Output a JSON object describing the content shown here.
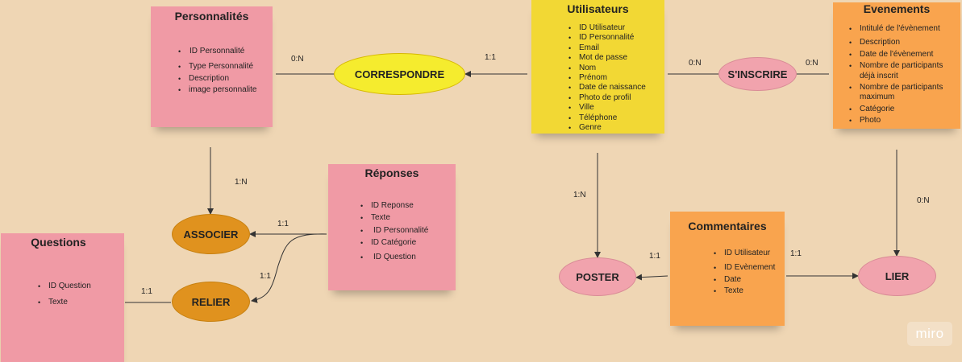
{
  "entities": {
    "personnalites": {
      "title": "Personnalités",
      "fields": [
        "ID Personnalité",
        "Type Personnalité",
        "Description",
        "image personnalite"
      ]
    },
    "utilisateurs": {
      "title": "Utilisateurs",
      "fields": [
        "ID Utilisateur",
        "ID Personnalité",
        "Email",
        "Mot de passe",
        "Nom",
        "Prénom",
        "Date de naissance",
        "Photo de profil",
        "Ville",
        "Téléphone",
        "Genre"
      ]
    },
    "evenements": {
      "title": "Evenements",
      "fields": [
        "Intitulé de l'évènement",
        "Description",
        "Date de l'évènement",
        "Nombre de participants déjà inscrit",
        "Nombre de participants maximum",
        "Catégorie",
        "Photo"
      ]
    },
    "reponses": {
      "title": "Réponses",
      "fields": [
        "ID Reponse",
        "Texte",
        "ID Personnalité",
        "ID Catégorie",
        "ID Question"
      ]
    },
    "questions": {
      "title": "Questions",
      "fields": [
        "ID Question",
        "Texte"
      ]
    },
    "commentaires": {
      "title": "Commentaires",
      "fields": [
        "ID Utilisateur",
        "ID Evènement",
        "Date",
        "Texte"
      ]
    }
  },
  "relations": {
    "correspondre": "CORRESPONDRE",
    "sinscrire": "S'INSCRIRE",
    "associer": "ASSOCIER",
    "relier": "RELIER",
    "poster": "POSTER",
    "lier": "LIER"
  },
  "cardinalities": {
    "pers_correspondre": "0:N",
    "util_correspondre": "1:1",
    "util_sinscrire": "0:N",
    "evt_sinscrire": "0:N",
    "pers_associer": "1:N",
    "rep_associer": "1:1",
    "rep_relier": "1:1",
    "quest_relier": "1:1",
    "util_poster": "1:N",
    "com_poster": "1:1",
    "com_lier": "1:1",
    "evt_lier": "0:N"
  },
  "watermark": "miro",
  "colors": {
    "background": "#efd6b4",
    "pink_note": "#f09aa5",
    "yellow_note": "#f2d834",
    "orange_note": "#f9a44e",
    "yellow_relation": "#f5ec2e",
    "orange_relation": "#e0921e",
    "pink_relation": "#f1a3ad"
  }
}
